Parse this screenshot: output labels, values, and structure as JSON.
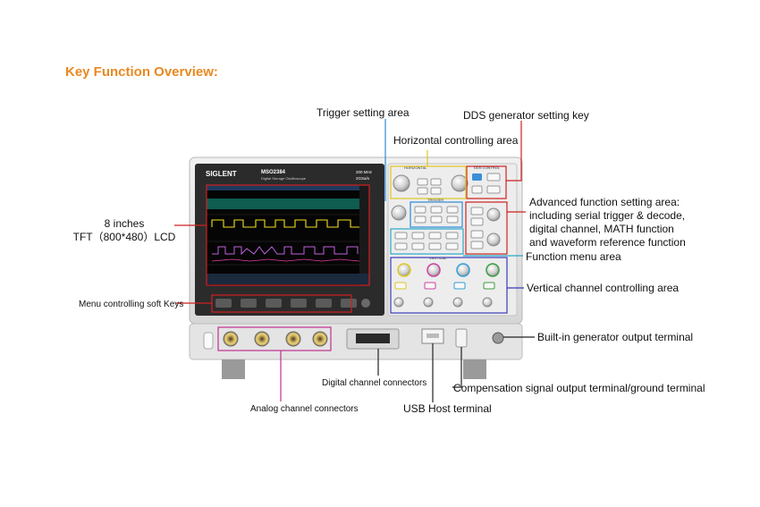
{
  "heading": "Key Function Overview:",
  "instrument": {
    "brand": "SIGLENT",
    "model": "MSO2384",
    "subtitle": "Digital Storage Oscilloscope",
    "spec_bandwidth": "200 MHz",
    "spec_rate": "2GSa/s",
    "section_horizontal": "HORIZONTAL",
    "section_trigger": "TRIGGER",
    "section_vertical": "VERTICAL",
    "section_dds": "DDS CONTROL"
  },
  "labels": {
    "trigger_area": "Trigger setting area",
    "dds_key": "DDS generator setting key",
    "horizontal_area": "Horizontal controlling area",
    "lcd_line1": "8 inches",
    "lcd_line2": "TFT（800*480）LCD",
    "advanced_line1": "Advanced function setting area:",
    "advanced_line2": "including serial trigger & decode,",
    "advanced_line3": "digital channel, MATH function",
    "advanced_line4": "and waveform reference function",
    "function_menu": "Function menu area",
    "soft_keys": "Menu controlling soft Keys",
    "vertical_area": "Vertical channel controlling area",
    "generator_output": "Built-in generator output terminal",
    "digital_connectors": "Digital channel connectors",
    "compensation": "Compensation signal output terminal/ground terminal",
    "analog_connectors": "Analog channel connectors",
    "usb_host": "USB Host terminal"
  },
  "colors": {
    "heading": "#e8891f",
    "trigger_line": "#2a8cd6",
    "dds_line": "#d02020",
    "horizontal_line": "#e0c820",
    "lcd_line": "#d02020",
    "advanced_line": "#d02020",
    "function_line": "#2aa8c8",
    "softkey_line": "#d02020",
    "vertical_line": "#3a3ab8",
    "generator_line": "#222222",
    "analog_line": "#c03090",
    "usb_line": "#222222",
    "digital_line": "#222222",
    "comp_line": "#222222"
  }
}
